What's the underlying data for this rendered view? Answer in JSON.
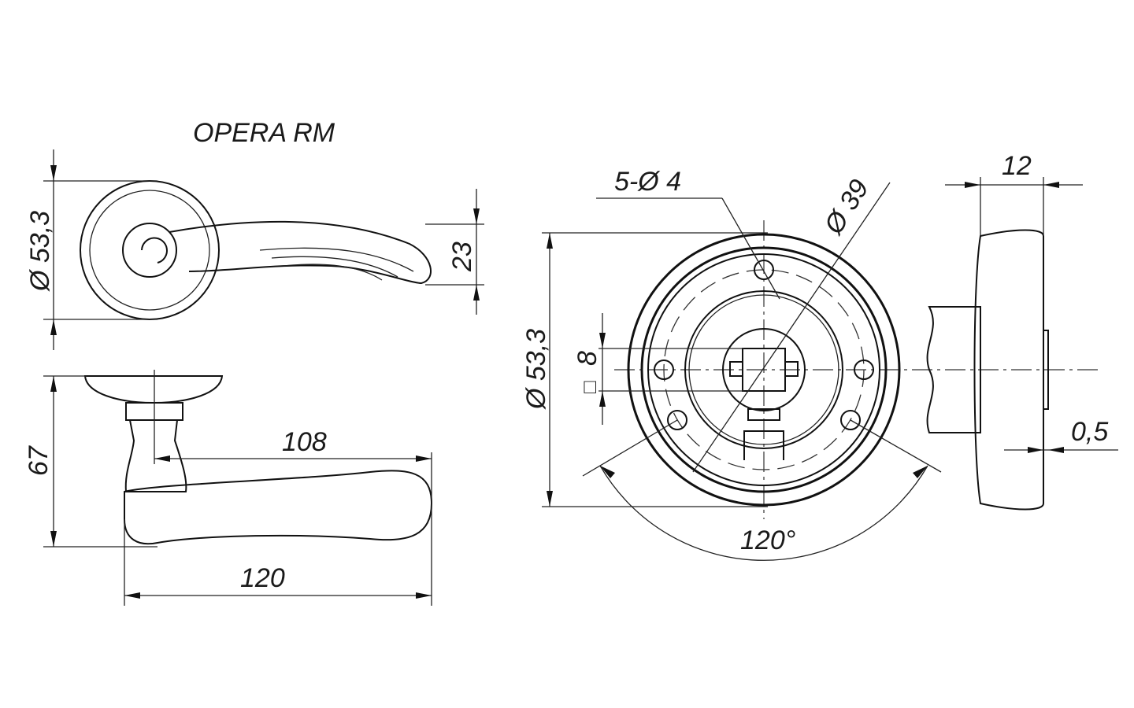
{
  "title": "OPERA RM",
  "dimensions": {
    "rose_diameter_side": "Ø 53,3",
    "lever_height": "23",
    "overall_height": "67",
    "lever_reach": "108",
    "overall_length": "120",
    "holes": "5-Ø 4",
    "hole_circle": "Ø 39",
    "rose_diameter_front": "Ø 53,3",
    "spindle_square": "8",
    "square_symbol": "□",
    "hole_angle": "120°",
    "rose_thickness": "12",
    "gap": "0,5"
  }
}
